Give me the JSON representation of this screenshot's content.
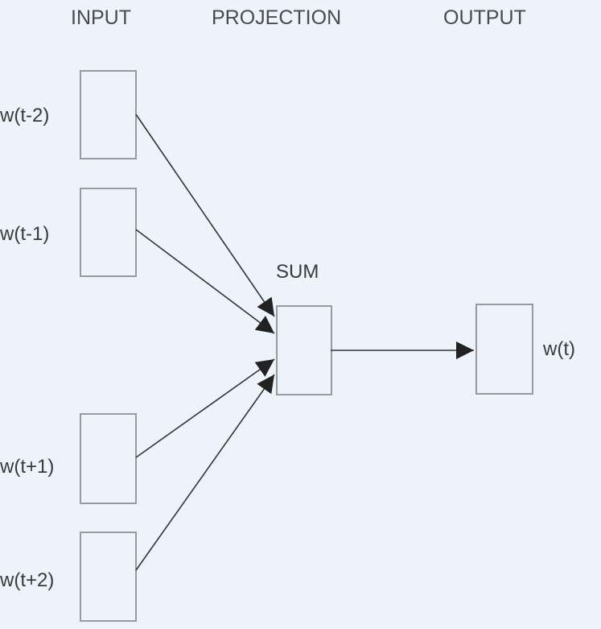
{
  "headers": {
    "input": "INPUT",
    "projection": "PROJECTION",
    "output": "OUTPUT"
  },
  "inputs": [
    "w(t-2)",
    "w(t-1)",
    "w(t+1)",
    "w(t+2)"
  ],
  "projection_label": "SUM",
  "output_label": "w(t)",
  "colors": {
    "background": "#edf3fa",
    "box_border": "#9a9a9a",
    "arrow": "#222222"
  }
}
